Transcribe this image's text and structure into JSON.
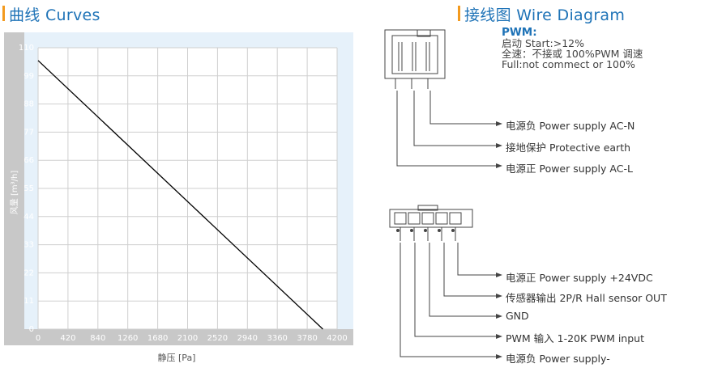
{
  "titles": {
    "curves": "曲线  Curves",
    "wire": "接线图 Wire Diagram"
  },
  "colors": {
    "title_blue": "#1f73b7",
    "accent_orange": "#f39a1e",
    "chart_bg": "#e6f1fa",
    "axis_band": "#c8c8c8",
    "grid": "#cfcfcf",
    "curve": "#000000"
  },
  "chart_data": {
    "type": "line",
    "xlabel": "静压 [Pa]",
    "ylabel": "风量 [m³/h]",
    "xlim": [
      0,
      4200
    ],
    "ylim": [
      0,
      110
    ],
    "xticks": [
      "0",
      "420",
      "840",
      "1260",
      "1680",
      "2100",
      "2520",
      "2940",
      "3360",
      "3780",
      "4200"
    ],
    "yticks": [
      "0",
      "11",
      "22",
      "33",
      "44",
      "55",
      "66",
      "77",
      "88",
      "99",
      "110"
    ],
    "grid": true,
    "series": [
      {
        "x": [
          0,
          4000
        ],
        "y": [
          105,
          0
        ]
      }
    ]
  },
  "pwm": {
    "heading": "PWM:",
    "line1": "启动 Start:>12%",
    "line2": "全速：不接或 100%PWM 调速",
    "line3": "Full:not commect or 100%"
  },
  "connector1_labels": [
    "电源负 Power supply AC-N",
    "接地保护 Protective earth",
    "电源正 Power  supply AC-L"
  ],
  "connector2_labels": [
    "电源正 Power supply +24VDC",
    "传感器输出 2P/R Hall sensor OUT",
    "GND",
    "PWM 输入 1-20K PWM input",
    "电源负 Power supply-"
  ]
}
